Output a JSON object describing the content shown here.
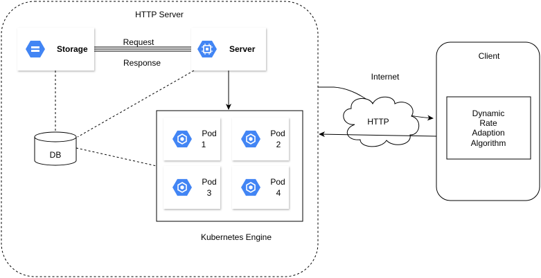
{
  "http_server": {
    "title": "HTTP Server"
  },
  "storage": {
    "label": "Storage",
    "icon": "storage-icon"
  },
  "server": {
    "label": "Server",
    "icon": "chip-icon"
  },
  "link": {
    "request": "Request",
    "response": "Response"
  },
  "db": {
    "label": "DB"
  },
  "kubernetes": {
    "label": "Kubernetes Engine"
  },
  "pods": [
    {
      "line1": "Pod",
      "line2": "1"
    },
    {
      "line1": "Pod",
      "line2": "2"
    },
    {
      "line1": "Pod",
      "line2": "3"
    },
    {
      "line1": "Pod",
      "line2": "4"
    }
  ],
  "internet": {
    "label": "Internet",
    "cloud_label": "HTTP"
  },
  "client": {
    "title": "Client",
    "algorithm_lines": [
      "Dynamic",
      "Rate",
      "Adaption",
      "Algorithm"
    ]
  },
  "colors": {
    "icon_blue": "#4285F4",
    "icon_dark_blue": "#3367D6",
    "line": "#000000"
  }
}
